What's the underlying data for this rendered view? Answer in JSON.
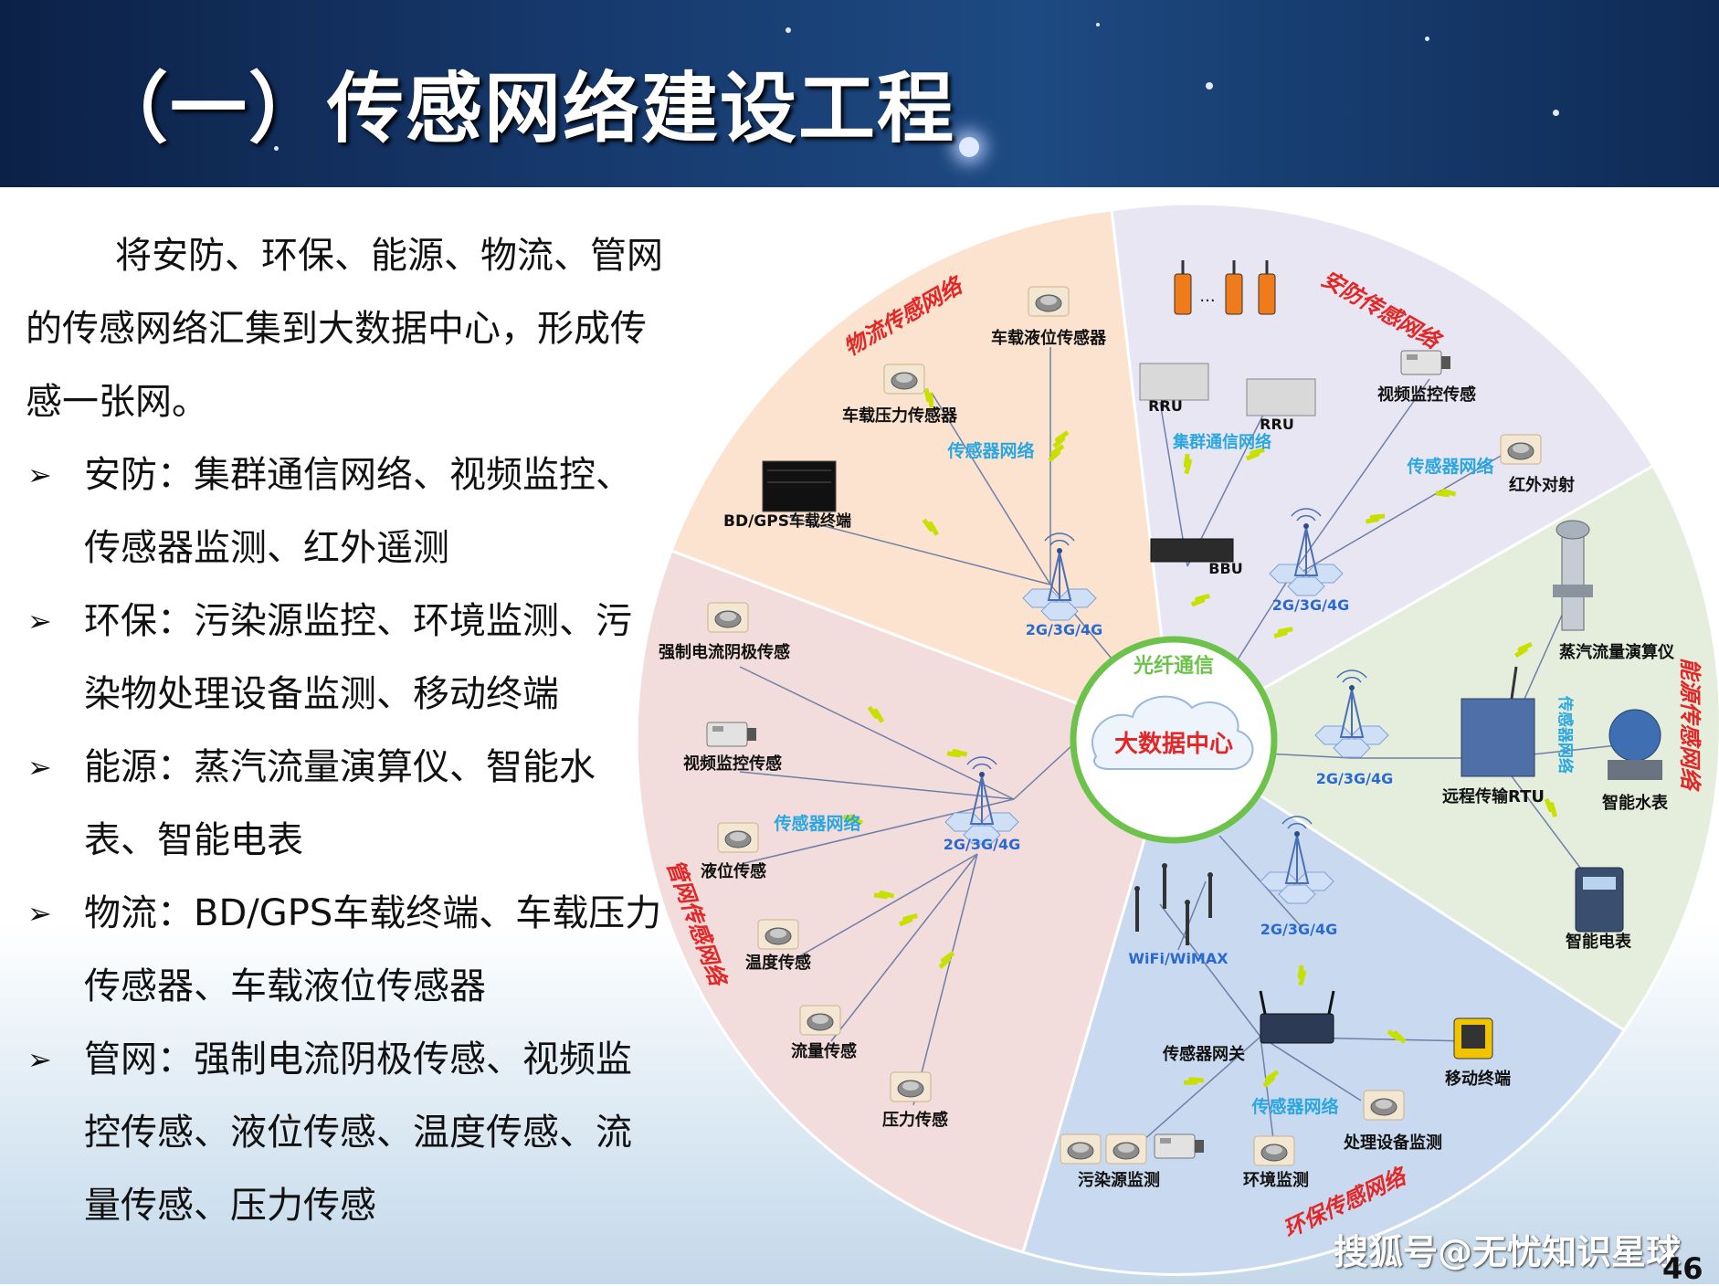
{
  "title": "（一）传感网络建设工程",
  "intro": "将安防、环保、能源、物流、管网的传感网络汇集到大数据中心，形成传感一张网。",
  "bullets": [
    {
      "label": "安防：",
      "text": "集群通信网络、视频监控、传感器监测、红外遥测"
    },
    {
      "label": "环保：",
      "text": "污染源监控、环境监测、污染物处理设备监测、移动终端"
    },
    {
      "label": "能源：",
      "text": "蒸汽流量演算仪、智能水表、智能电表"
    },
    {
      "label": "物流：",
      "text": "BD/GPS车载终端、车载压力传感器、车载液位传感器"
    },
    {
      "label": "管网：",
      "text": "强制电流阴极传感、视频监控传感、液位传感、温度传感、流量传感、压力传感"
    }
  ],
  "bullet_symbol": "➢",
  "diagram": {
    "center": {
      "top_label": "光纤通信",
      "label": "大数据中心"
    },
    "sectors": [
      {
        "name": "物流传感网络",
        "color": "#fbe3cf"
      },
      {
        "name": "安防传感网络",
        "color": "#e8e6f3"
      },
      {
        "name": "能源传感网络",
        "color": "#e5eedd"
      },
      {
        "name": "环保传感网络",
        "color": "#c9daf0"
      },
      {
        "name": "管网传感网络",
        "color": "#f3dcdc"
      }
    ],
    "logistics": {
      "items": [
        "车载液位传感器",
        "车载压力传感器",
        "BD/GPS车载终端"
      ],
      "network": "传感器网络",
      "base": "2G/3G/4G"
    },
    "security": {
      "rru": "RRU",
      "ellipsis": "...",
      "cluster": "集群通信网络",
      "bbu": "BBU",
      "base": "2G/3G/4G",
      "network": "传感器网络",
      "items": [
        "视频监控传感",
        "红外对射"
      ]
    },
    "energy": {
      "base": "2G/3G/4G",
      "rtu": "远程传输RTU",
      "network": "传感器网络",
      "items": [
        "蒸汽流量演算仪",
        "智能水表",
        "智能电表"
      ]
    },
    "environment": {
      "wifi": "WiFi/WiMAX",
      "base": "2G/3G/4G",
      "gateway": "传感器网关",
      "network": "传感器网络",
      "items": [
        "移动终端",
        "处理设备监测",
        "污染源监测",
        "环境监测"
      ]
    },
    "pipeline": {
      "base": "2G/3G/4G",
      "network": "传感器网络",
      "items": [
        "强制电流阴极传感",
        "视频监控传感",
        "液位传感",
        "温度传感",
        "流量传感",
        "压力传感"
      ]
    }
  },
  "watermark": "搜狐号@无忧知识星球",
  "page_number": "46"
}
